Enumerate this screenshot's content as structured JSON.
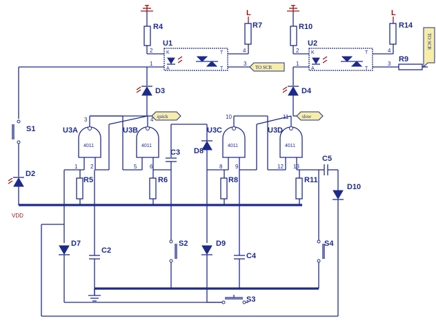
{
  "labels": {
    "r4": "R4",
    "r7": "R7",
    "r10": "R10",
    "r14": "R14",
    "u1": "U1",
    "u2": "U2",
    "r9": "R9",
    "l1": "L",
    "l2": "L",
    "d3": "D3",
    "d4": "D4",
    "s1": "S1",
    "d2": "D2",
    "u3a": "U3A",
    "u3b": "U3B",
    "u3c": "U3C",
    "u3d": "U3D",
    "c3": "C3",
    "d8": "D8",
    "r5": "R5",
    "r6": "R6",
    "r8": "R8",
    "r11": "R11",
    "c5": "C5",
    "d10": "D10",
    "vdd": "VDD",
    "d7": "D7",
    "c2": "C2",
    "s2": "S2",
    "d9": "D9",
    "c4": "C4",
    "s4": "S4",
    "s3": "S3"
  },
  "gate_chip": "4011",
  "tags": {
    "to_scr_1": "TO SCR",
    "to_scr_2": "TO SCR",
    "quick": "quick",
    "slow": "slow"
  },
  "pins": {
    "u1_2": "2",
    "u1_4": "4",
    "u1_1": "1",
    "u1_3": "3",
    "u2_2": "2",
    "u2_4": "4",
    "u2_1": "1",
    "u2_3": "3",
    "u3a_3": "3",
    "u3a_1": "1",
    "u3a_2": "2",
    "u3b_4": "4",
    "u3b_5": "5",
    "u3b_6": "6",
    "u3c_10": "10",
    "u3c_8": "8",
    "u3c_9": "9",
    "u3d_11": "11",
    "u3d_12": "12",
    "u3d_13": "13",
    "opto_k1": "K",
    "opto_a1": "A",
    "opto_t1": "T",
    "opto_t2": "T",
    "opto2_k": "K",
    "opto2_a": "A",
    "opto2_t1": "T",
    "opto2_t2": "T"
  },
  "colors": {
    "wire": "#1c2a8c",
    "label": "#1c2a8c",
    "accent": "#9c1010",
    "tag_fill": "#f6eda8"
  }
}
